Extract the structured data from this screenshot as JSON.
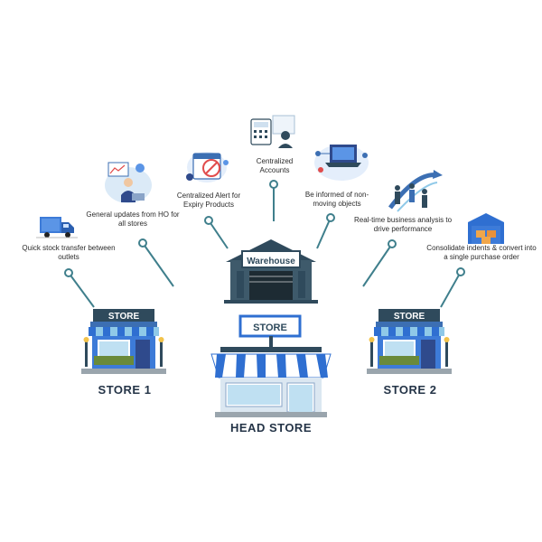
{
  "features": {
    "quick_transfer": "Quick stock transfer between outlets",
    "general_updates": "General updates from HO for all stores",
    "expiry_alert": "Centralized Alert for Expiry Products",
    "accounts": "Centralized Accounts",
    "non_moving": "Be informed of non-moving objects",
    "realtime": "Real-time business analysis to drive performance",
    "consolidate": "Consolidate indents & convert into a single purchase order"
  },
  "warehouse": {
    "sign": "Warehouse"
  },
  "stores": {
    "store1": {
      "sign": "STORE",
      "name": "STORE 1"
    },
    "store2": {
      "sign": "STORE",
      "name": "STORE 2"
    },
    "head": {
      "sign": "STORE",
      "name": "HEAD STORE"
    }
  },
  "colors": {
    "navy": "#2f4a5c",
    "line": "#3f7f8c",
    "blue": "#2f6fd1",
    "light_blue": "#8fc9e8"
  },
  "icons": {
    "quick_transfer": "truck-icon",
    "general_updates": "person-laptop-icon",
    "expiry_alert": "calendar-alert-icon",
    "accounts": "calculator-icon",
    "non_moving": "laptop-network-icon",
    "realtime": "team-arrow-icon",
    "consolidate": "warehouse-boxes-icon"
  }
}
